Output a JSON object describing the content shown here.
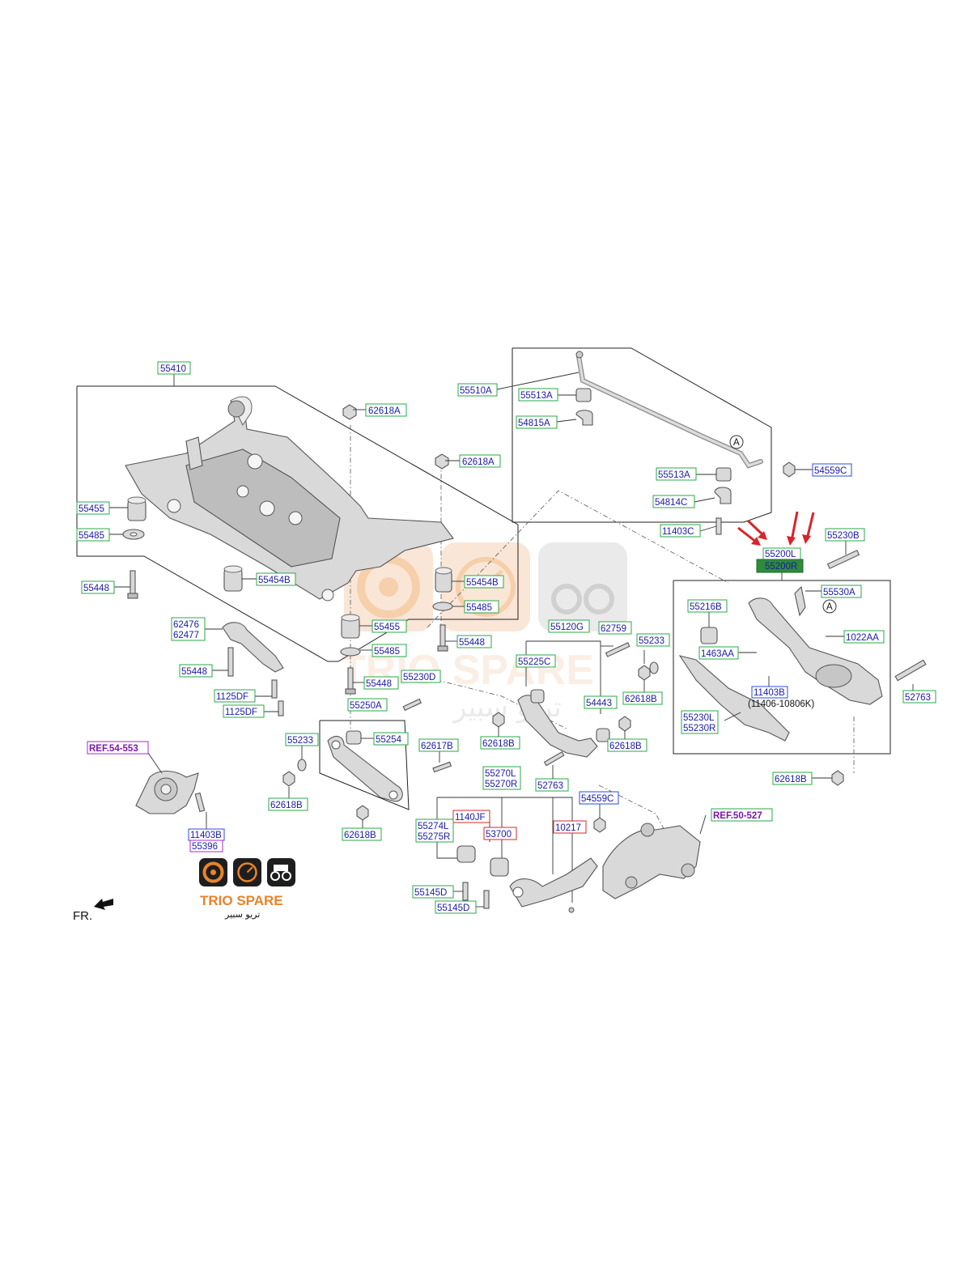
{
  "title": "",
  "colors": {
    "label_text": "#1a1aa8",
    "label_box_green": "#2aa84a",
    "label_box_red": "#d8242a",
    "label_box_blue": "#2a4cd8",
    "label_box_purple": "#a82ad8",
    "highlight_fill": "#2e8b3a",
    "arrow_red": "#d8242a",
    "brand_orange": "#e9832a",
    "brand_dark": "#1e1e1e"
  },
  "labels": {
    "l55410": "55410",
    "l62618A_1": "62618A",
    "l62618A_2": "62618A",
    "l55455_left": "55455",
    "l55485_left": "55485",
    "l55448_left": "55448",
    "l55454B_1": "55454B",
    "l55454B_2": "55454B",
    "l55485_mid": "55485",
    "l55455_mid": "55455",
    "l55448_mid": "55448",
    "l55485_low": "55485",
    "l55448_low": "55448",
    "l62476": "62476",
    "l62477": "62477",
    "l55448_arm": "55448",
    "l1125DF_1": "1125DF",
    "l1125DF_2": "1125DF",
    "l55230D": "55230D",
    "l55250A": "55250A",
    "l55233_left": "55233",
    "l55254": "55254",
    "l62618B_a": "62618B",
    "l62618B_b": "62618B",
    "l62617B": "62617B",
    "lREF54": "REF.54-553",
    "l11403B_left": "11403B",
    "l55396": "55396",
    "l55510A": "55510A",
    "l55513A_1": "55513A",
    "l54815A": "54815A",
    "l55513A_2": "55513A",
    "l54814C": "54814C",
    "l11403C": "11403C",
    "l54559C_1": "54559C",
    "lA_1": "A",
    "l55200L": "55200L",
    "l55200R": "55200R",
    "l55230B": "55230B",
    "l55530A": "55530A",
    "lA_2": "A",
    "l55216B": "55216B",
    "l1022AA": "1022AA",
    "l1463AA": "1463AA",
    "l11403B_right": "11403B",
    "l11406": "(11406-10806K)",
    "l55230L": "55230L",
    "l55230R": "55230R",
    "l52763_right": "52763",
    "l62618B_right": "62618B",
    "l55120G": "55120G",
    "l62759": "62759",
    "l55233_mid": "55233",
    "l55225C": "55225C",
    "l62618B_c": "62618B",
    "l54443": "54443",
    "l62618B_d": "62618B",
    "l62618B_e": "62618B",
    "l52763_mid": "52763",
    "l55270L": "55270L",
    "l55270R": "55270R",
    "l54559C_2": "54559C",
    "l1140JF": "1140JF",
    "l55274L": "55274L",
    "l55275R": "55275R",
    "l53700": "53700",
    "l10217": "10217",
    "lREF50": "REF.50-527",
    "l55145D_1": "55145D",
    "l55145D_2": "55145D",
    "lFR": "FR."
  },
  "brand": {
    "name": "TRIO SPARE",
    "arabic": "تريو سبير",
    "watermark_name": "TRIO SPARE",
    "watermark_arabic": "تريو سبير"
  }
}
